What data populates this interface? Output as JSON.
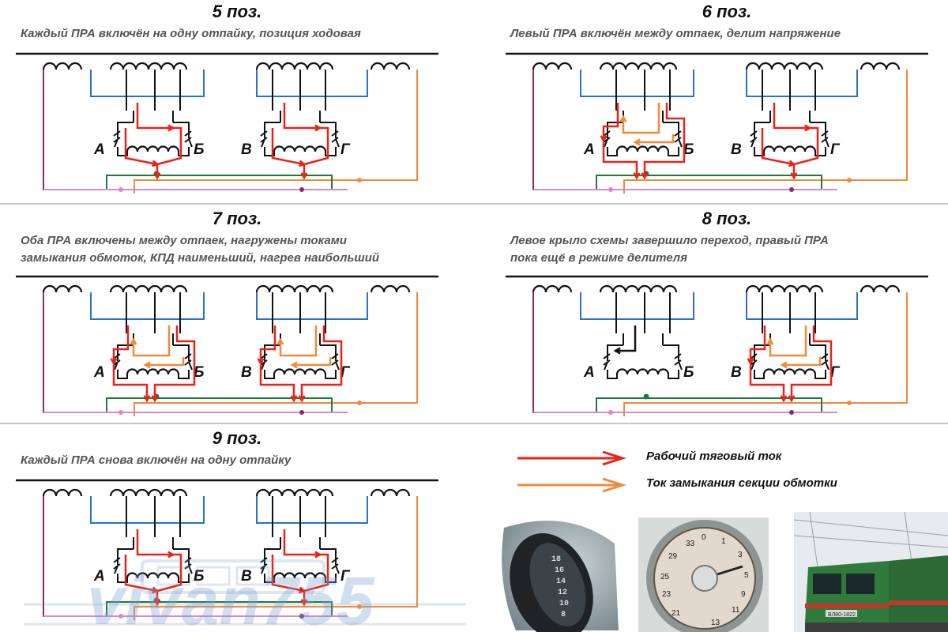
{
  "panels": [
    {
      "title": "5 поз.",
      "desc": [
        "Каждый ПРА включён на одну отпайку, позиция ходовая"
      ],
      "left_active": "single",
      "right_active": "single"
    },
    {
      "title": "6 поз.",
      "desc": [
        "Левый ПРА включён между отпаек, делит напряжение"
      ],
      "left_active": "divider",
      "right_active": "single"
    },
    {
      "title": "7 поз.",
      "desc": [
        "Оба ПРА включены между отпаек, нагружены токами",
        "замыкания обмоток, КПД наименьший, нагрев наибольший"
      ],
      "left_active": "divider",
      "right_active": "divider"
    },
    {
      "title": "8 поз.",
      "desc": [
        "Левое крыло схемы завершило переход, правый ПРА",
        "пока ещё в режиме делителя"
      ],
      "left_active": "none",
      "right_active": "divider"
    },
    {
      "title": "9 поз.",
      "desc": [
        "Каждый ПРА снова включён на одну отпайку"
      ],
      "left_active": "single2",
      "right_active": "single2"
    }
  ],
  "labels": {
    "a": "А",
    "b": "Б",
    "v": "В",
    "g": "Г"
  },
  "legend": {
    "traction": "Рабочий тяговый ток",
    "closing": "Ток замыкания секции обмотки"
  },
  "watermark": "vivan755",
  "colors": {
    "traction": "#e8221c",
    "closing": "#f08a3c",
    "winding_feed": "#2a6fc9",
    "bus_green": "#1d7a3a",
    "bus_purple": "#8a2a6e",
    "bus_pink": "#d58ad0",
    "bus_orange": "#f08a3c"
  }
}
